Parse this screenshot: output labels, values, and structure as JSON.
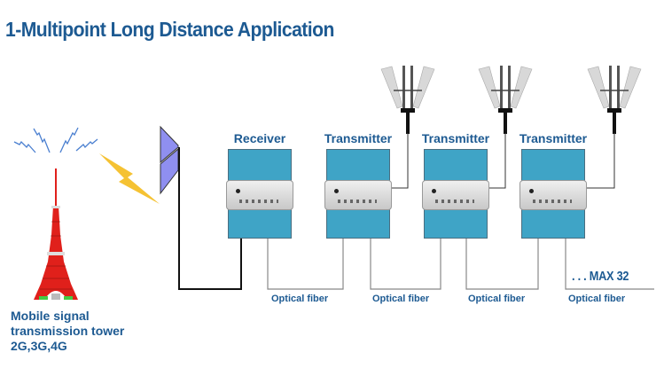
{
  "title": "1-Multipoint  Long Distance Application",
  "tower": {
    "label_lines": [
      "Mobile signal",
      "transmission tower",
      "2G,3G,4G"
    ],
    "icon": "radio-tower-icon"
  },
  "devices": [
    {
      "label": "Receiver",
      "icon": "repeater-unit-icon"
    },
    {
      "label": "Transmitter",
      "icon": "repeater-unit-icon"
    },
    {
      "label": "Transmitter",
      "icon": "repeater-unit-icon"
    },
    {
      "label": "Transmitter",
      "icon": "repeater-unit-icon"
    }
  ],
  "links": [
    {
      "label": "Optical fiber"
    },
    {
      "label": "Optical fiber"
    },
    {
      "label": "Optical fiber"
    },
    {
      "label": "Optical fiber"
    }
  ],
  "max_label": ". . . MAX 32",
  "colors": {
    "title": "#1d5a92",
    "box": "#3fa4c6",
    "tower": "#e0201b",
    "donor_antenna": "#8f8ff0",
    "lightning": "#f5c233"
  }
}
